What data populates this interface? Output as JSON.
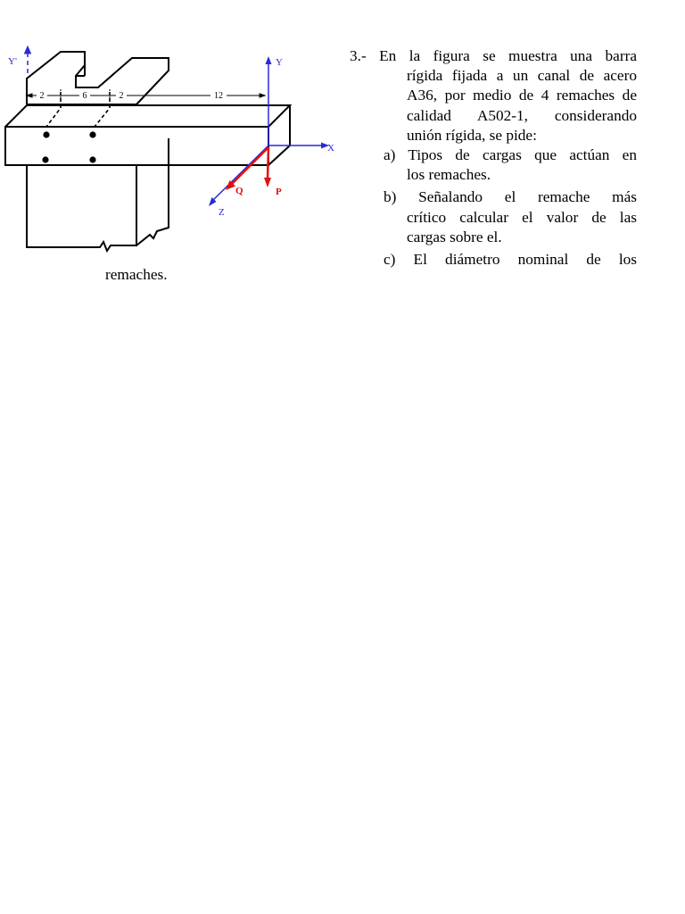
{
  "figure": {
    "axes": {
      "y_prime": "Y'",
      "y": "Y",
      "x": "X",
      "z": "Z"
    },
    "dimensions": [
      "2",
      "6",
      "2",
      "12"
    ],
    "forces": {
      "q": "Q",
      "p": "P"
    },
    "colors": {
      "axis": "#2a2ad6",
      "force": "#e01010",
      "outline": "#000000"
    }
  },
  "problem": {
    "intro_lines": [
      "3.- En la figura se muestra una barra",
      "rígida fijada a un canal de acero",
      "A36, por medio de 4 remaches de",
      "calidad A502-1, considerando",
      "unión rígida, se pide:"
    ],
    "item_a": [
      "a) Tipos de cargas que actúan en",
      "los remaches."
    ],
    "item_b": [
      "b) Señalando el remache más",
      "crítico calcular el valor de las",
      "cargas sobre el."
    ],
    "item_c": [
      "c) El diámetro nominal de los",
      "remaches."
    ]
  }
}
